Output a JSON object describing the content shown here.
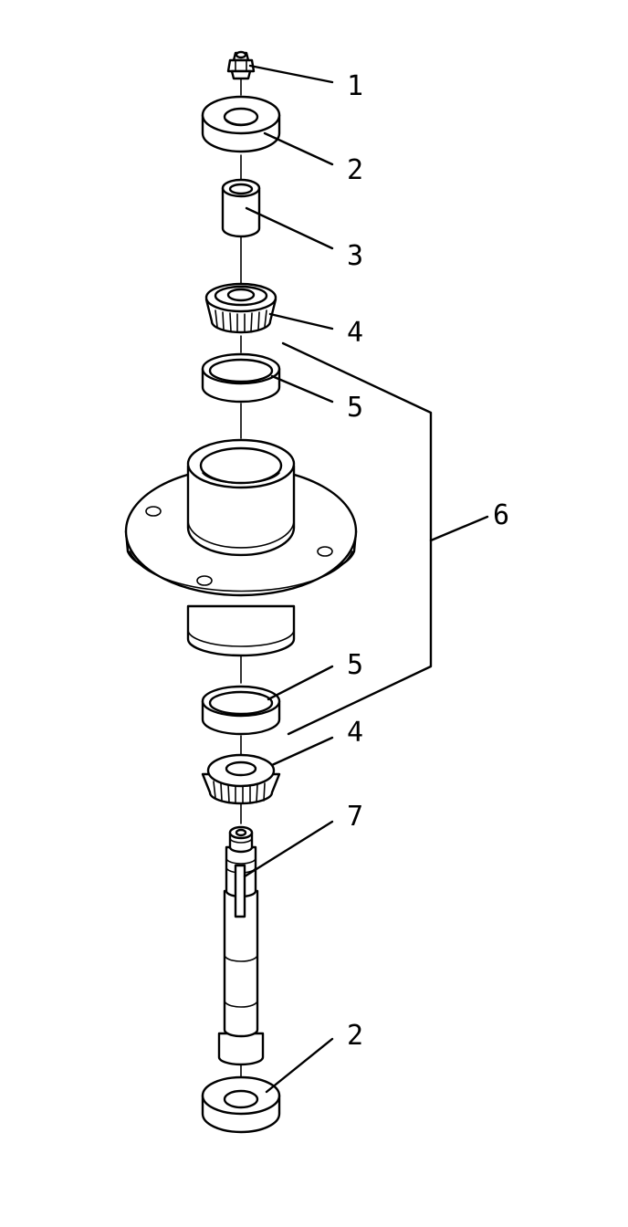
{
  "callouts": [
    {
      "id": "c1",
      "label": "1"
    },
    {
      "id": "c2a",
      "label": "2"
    },
    {
      "id": "c3",
      "label": "3"
    },
    {
      "id": "c4a",
      "label": "4"
    },
    {
      "id": "c5a",
      "label": "5"
    },
    {
      "id": "c6",
      "label": "6"
    },
    {
      "id": "c5b",
      "label": "5"
    },
    {
      "id": "c4b",
      "label": "4"
    },
    {
      "id": "c7",
      "label": "7"
    },
    {
      "id": "c2b",
      "label": "2"
    }
  ],
  "colors": {
    "line": "#000000",
    "background": "#ffffff"
  }
}
